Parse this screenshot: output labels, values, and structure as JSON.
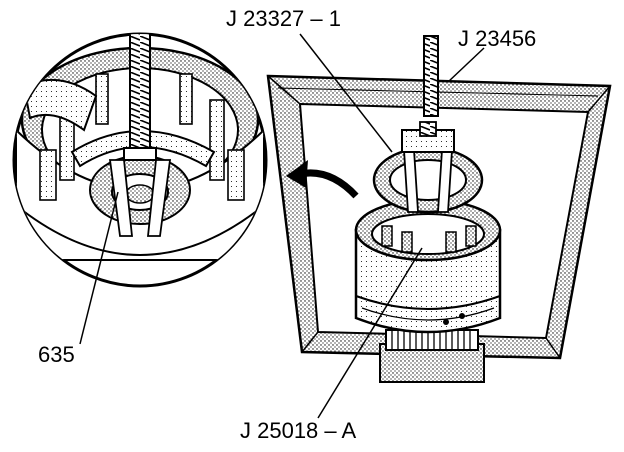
{
  "callouts": {
    "puller_screw": "J 23327 – 1",
    "press_frame": "J 23456",
    "part_number": "635",
    "holding_fixture": "J 25018 – A"
  },
  "colors": {
    "line": "#000000",
    "stipple_fill": "#d9d9d9",
    "background": "#ffffff"
  }
}
